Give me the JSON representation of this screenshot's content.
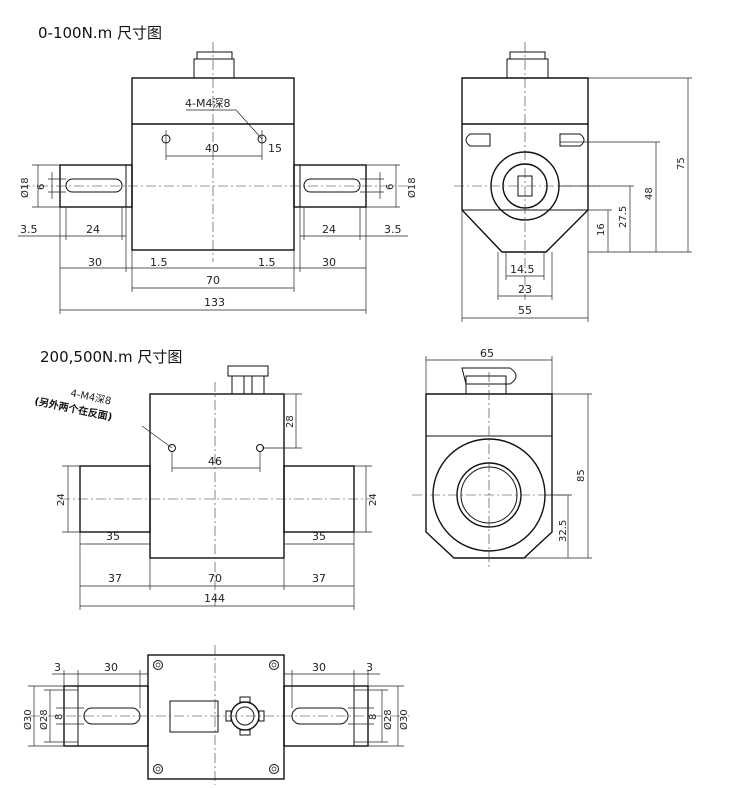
{
  "titles": {
    "small": "0-100N.m 尺寸图",
    "large": "200,500N.m 尺寸图"
  },
  "view1_front": {
    "hole_callout": "4-M4深8",
    "d40": "40",
    "d15": "15",
    "d18": "Ø18",
    "d6": "6",
    "d35": "3.5",
    "d24": "24",
    "d30": "30",
    "d1_5": "1.5",
    "d70": "70",
    "d133": "133"
  },
  "view1_side": {
    "d75": "75",
    "d48": "48",
    "d27_5": "27.5",
    "d16": "16",
    "d14_5": "14.5",
    "d23": "23",
    "d55": "55"
  },
  "view2_front": {
    "hole_callout": "4-M4深8",
    "hole_note": "(另外两个在反面)",
    "d28": "28",
    "d46": "46",
    "d24": "24",
    "d35": "35",
    "d37": "37",
    "d70": "70",
    "d144": "144"
  },
  "view2_side": {
    "d65": "65",
    "d85": "85",
    "d32_5": "32.5"
  },
  "view2_top": {
    "d3": "3",
    "d30": "30",
    "d30dia": "Ø30",
    "d28dia": "Ø28",
    "d8": "8"
  }
}
